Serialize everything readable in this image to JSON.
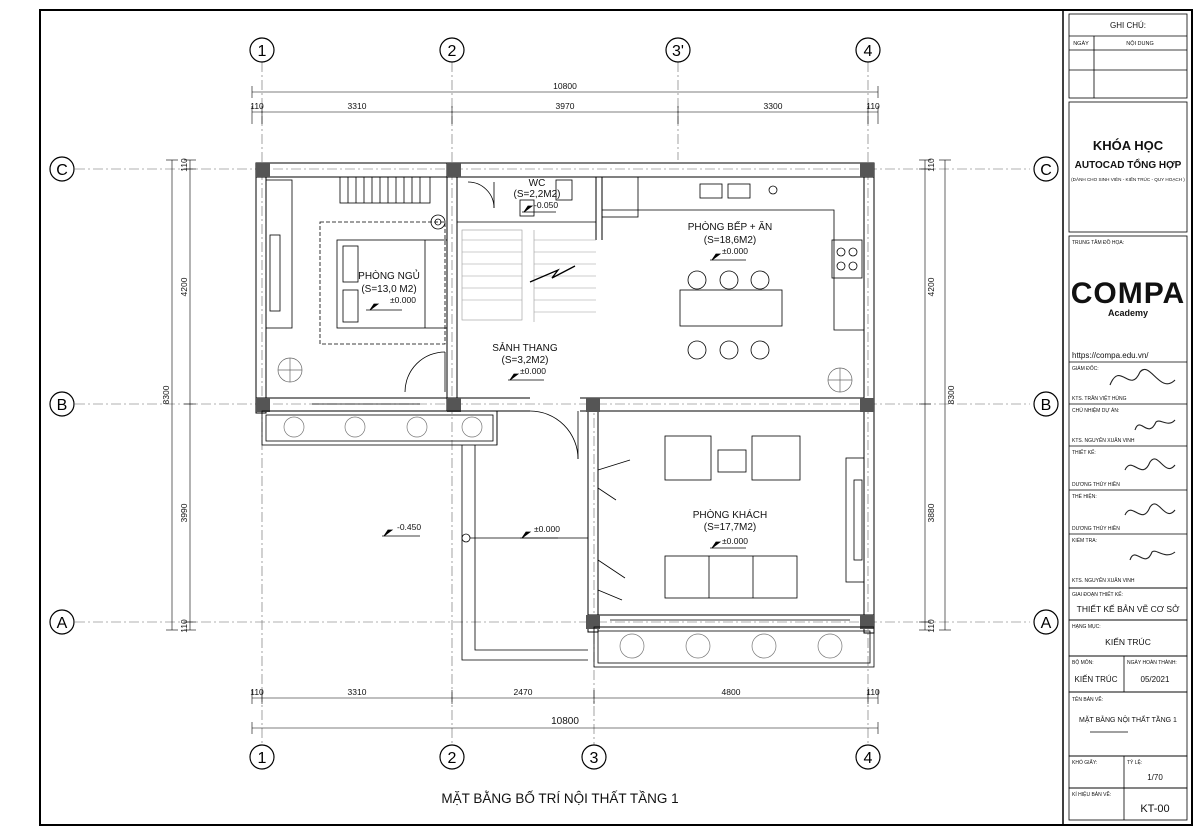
{
  "drawing": {
    "caption": "MẶT BẰNG BỐ TRÍ NỘI THẤT TẦNG 1",
    "grid_top": [
      "1",
      "2",
      "3'",
      "4"
    ],
    "grid_bottom": [
      "1",
      "2",
      "3",
      "4"
    ],
    "grid_rows": [
      "C",
      "B",
      "A"
    ],
    "dims_top_total": "10800",
    "dims_top": [
      "110",
      "3310",
      "3970",
      "3300",
      "110"
    ],
    "dims_bottom_total": "10800",
    "dims_bottom": [
      "110",
      "3310",
      "2470",
      "4800",
      "110"
    ],
    "dims_left": [
      "110",
      "4200",
      "8300",
      "3990",
      "110"
    ],
    "dims_right": [
      "110",
      "4200",
      "8300",
      "3880",
      "110"
    ],
    "rooms": [
      {
        "name": "PHÒNG NGỦ",
        "area": "(S=13,0 M2)",
        "level": "±0.000"
      },
      {
        "name": "WC",
        "area": "(S=2,2M2)",
        "level": "-0.050"
      },
      {
        "name": "PHÒNG BẾP + ĂN",
        "area": "(S=18,6M2)",
        "level": "±0.000"
      },
      {
        "name": "SẢNH THANG",
        "area": "(S=3,2M2)",
        "level": "±0.000"
      },
      {
        "name": "PHÒNG KHÁCH",
        "area": "(S=17,7M2)",
        "level": "±0.000"
      }
    ],
    "yard_levels": [
      "-0.450",
      "±0.000"
    ]
  },
  "title_block": {
    "notes_header": "GHI CHÚ:",
    "notes_col_date": "NGÀY",
    "notes_col_content": "NỘI DUNG",
    "course_title_1": "KHÓA HỌC",
    "course_title_2": "AUTOCAD TỔNG HỢP",
    "course_sub": "(DÀNH CHO SINH VIÊN - KIẾN TRÚC - QUY HOẠCH )",
    "center_label": "TRUNG TÂM ĐỒ HỌA:",
    "logo_main": "COMPA",
    "logo_sub": "Academy",
    "url": "https://compa.edu.vn/",
    "director_label": "GIÁM ĐỐC:",
    "director_name": "KTS. TRẦN VIỆT HÙNG",
    "pm_label": "CHỦ NHIỆM DỰ ÁN:",
    "pm_name": "KTS. NGUYỄN XUÂN VINH",
    "design_label": "THIẾT KẾ:",
    "design_name": "DƯƠNG THÚY HIỀN",
    "draw_label": "THỂ HIỆN:",
    "draw_name": "DƯƠNG THÚY HIỀN",
    "check_label": "KIỂM TRA:",
    "check_name": "KTS. NGUYỄN XUÂN VINH",
    "stage_label": "GIAI ĐOẠN THIẾT KẾ:",
    "stage_value": "THIẾT KẾ BẢN VẼ CƠ SỞ",
    "item_label": "HẠNG MỤC:",
    "item_value": "KIẾN TRÚC",
    "dept_label": "BỘ MÔN:",
    "dept_value": "KIẾN TRÚC",
    "date_label": "NGÀY HOÀN THÀNH:",
    "date_value": "05/2021",
    "sheet_name_label": "TÊN BẢN VẼ:",
    "sheet_name_value": "MẶT BẰNG NỘI THẤT TẦNG 1",
    "paper_label": "KHỔ GIẤY:",
    "scale_label": "TỶ LỆ:",
    "scale_value": "1/70",
    "sheet_no_label": "KÍ HIỆU BẢN VẼ:",
    "sheet_no_value": "KT-00"
  }
}
